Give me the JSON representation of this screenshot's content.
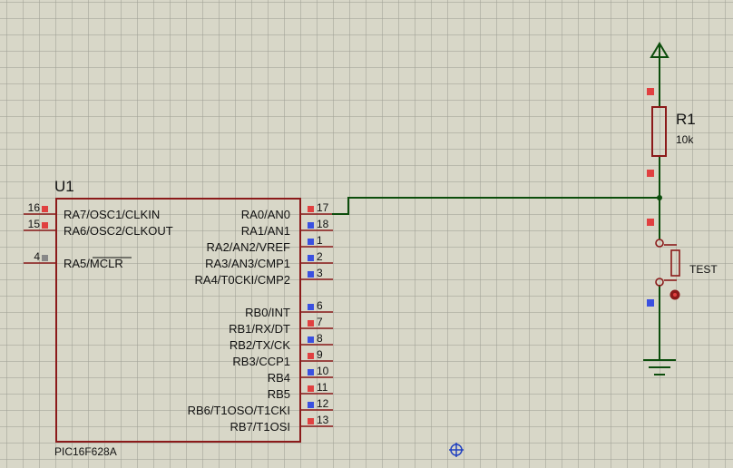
{
  "colors": {
    "background": "#d8d7c8",
    "component_outline": "#8b1a1a",
    "wire": "#0c4d0c",
    "pin_red": "#e04040",
    "pin_blue": "#3a50e0",
    "pin_gray": "#888888",
    "origin_marker": "#2040c0"
  },
  "u1": {
    "ref": "U1",
    "part": "PIC16F628A",
    "left_pins": [
      {
        "num": "16",
        "label": "RA7/OSC1/CLKIN",
        "state": "red"
      },
      {
        "num": "15",
        "label": "RA6/OSC2/CLKOUT",
        "state": "red"
      },
      {
        "num": "4",
        "label": "RA5/MCLR",
        "state": "gray"
      }
    ],
    "right_pins": [
      {
        "num": "17",
        "label": "RA0/AN0",
        "state": "red"
      },
      {
        "num": "18",
        "label": "RA1/AN1",
        "state": "blue"
      },
      {
        "num": "1",
        "label": "RA2/AN2/VREF",
        "state": "blue"
      },
      {
        "num": "2",
        "label": "RA3/AN3/CMP1",
        "state": "blue"
      },
      {
        "num": "3",
        "label": "RA4/T0CKI/CMP2",
        "state": "blue"
      },
      {
        "num": "6",
        "label": "RB0/INT",
        "state": "blue"
      },
      {
        "num": "7",
        "label": "RB1/RX/DT",
        "state": "red"
      },
      {
        "num": "8",
        "label": "RB2/TX/CK",
        "state": "blue"
      },
      {
        "num": "9",
        "label": "RB3/CCP1",
        "state": "red"
      },
      {
        "num": "10",
        "label": "RB4",
        "state": "blue"
      },
      {
        "num": "11",
        "label": "RB5",
        "state": "red"
      },
      {
        "num": "12",
        "label": "RB6/T1OSO/T1CKI",
        "state": "blue"
      },
      {
        "num": "13",
        "label": "RB7/T1OSI",
        "state": "red"
      }
    ]
  },
  "r1": {
    "ref": "R1",
    "value": "10k"
  },
  "button": {
    "label": "TEST"
  },
  "icons": {
    "power": "power-arrow-icon",
    "ground": "ground-icon",
    "origin": "origin-crosshair-icon"
  }
}
